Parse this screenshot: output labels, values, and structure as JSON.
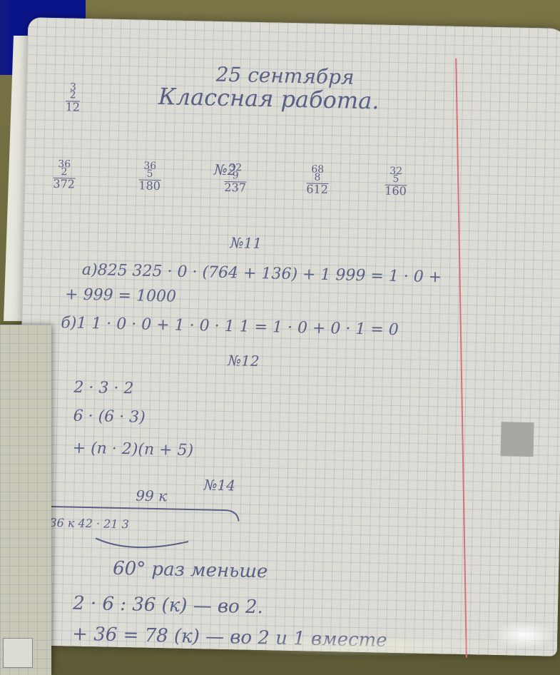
{
  "notebook": {
    "date": "25 сентября",
    "title": "Классная работа.",
    "task_2": "№2",
    "task_11": "№11",
    "task_12": "№12",
    "task_14": "№14",
    "mult_top": [
      "3",
      "2",
      "12"
    ],
    "mult_row": [
      {
        "a": "36",
        "b": "2",
        "r": "372"
      },
      {
        "a": "36",
        "b": "5",
        "r": "180"
      },
      {
        "a": "32",
        "b": "9",
        "r": "237"
      },
      {
        "a": "68",
        "b": "8",
        "r": "612"
      },
      {
        "a": "32",
        "b": "5",
        "r": "160"
      }
    ],
    "line_11a": "а)825 325 · 0 · (764 + 136) + 1 999 = 1 · 0 +",
    "line_11a_cont": "+ 999 = 1000",
    "line_11b": "б)1 1 · 0 · 0 + 1 · 0 · 1 1 = 1 · 0 + 0 · 1 = 0",
    "line_12a": "2 · 3 · 2",
    "line_12b": "6 · (6 · 3)",
    "line_12c": "+ (n · 2)(n + 5)",
    "line_14_top": "99 к",
    "line_14_labels": "36 к  42 · 21  3",
    "line_14_note": "60° раз меньше",
    "line_14_calc1": "2 · 6 : 36 (к) — во 2.",
    "line_14_calc2": "+ 36 = 78 (к) — во 2 и 1 вместе"
  }
}
